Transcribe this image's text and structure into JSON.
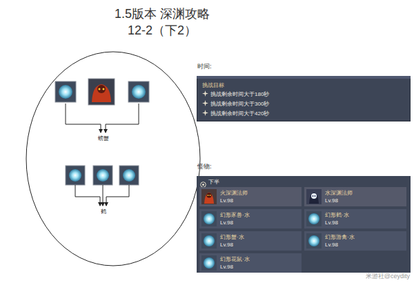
{
  "diagram": {
    "title": "1.5版本 深渊攻略",
    "nodes": [
      {
        "text": [
          "时间:",
          "挑战目标",
          "挑战剩余时间大于180秒",
          "挑战剩余时间大于300秒",
          "挑战剩余时间大于420秒"
        ]
      },
      {
        "text": [
          "怪物:",
          "下半"
        ]
      },
      {
        "text": [
          "火深渊法师",
          "Lv.98"
        ],
        "in": 1
      },
      {
        "text": [
          "水深渊法师",
          "Lv.98"
        ],
        "in": 1
      },
      {
        "text": [
          "幻形豕兽·水",
          "Lv.98"
        ],
        "in": 1
      },
      {
        "text": [
          "幻形鹤·水",
          "Lv.98"
        ],
        "in": 1
      },
      {
        "text": [
          "幻形蟹·水",
          "Lv.98"
        ],
        "in": 1
      },
      {
        "text": [
          "幻形游禽·水",
          "Lv.98"
        ],
        "in": 1
      },
      {
        "text": [
          "幻形花鼠·水",
          "Lv.98"
        ],
        "in": 1
      }
    ],
    "labels": [
      "12-2（下2）",
      "螃蟹",
      "鹤",
      "米游社@ceydity"
    ]
  }
}
